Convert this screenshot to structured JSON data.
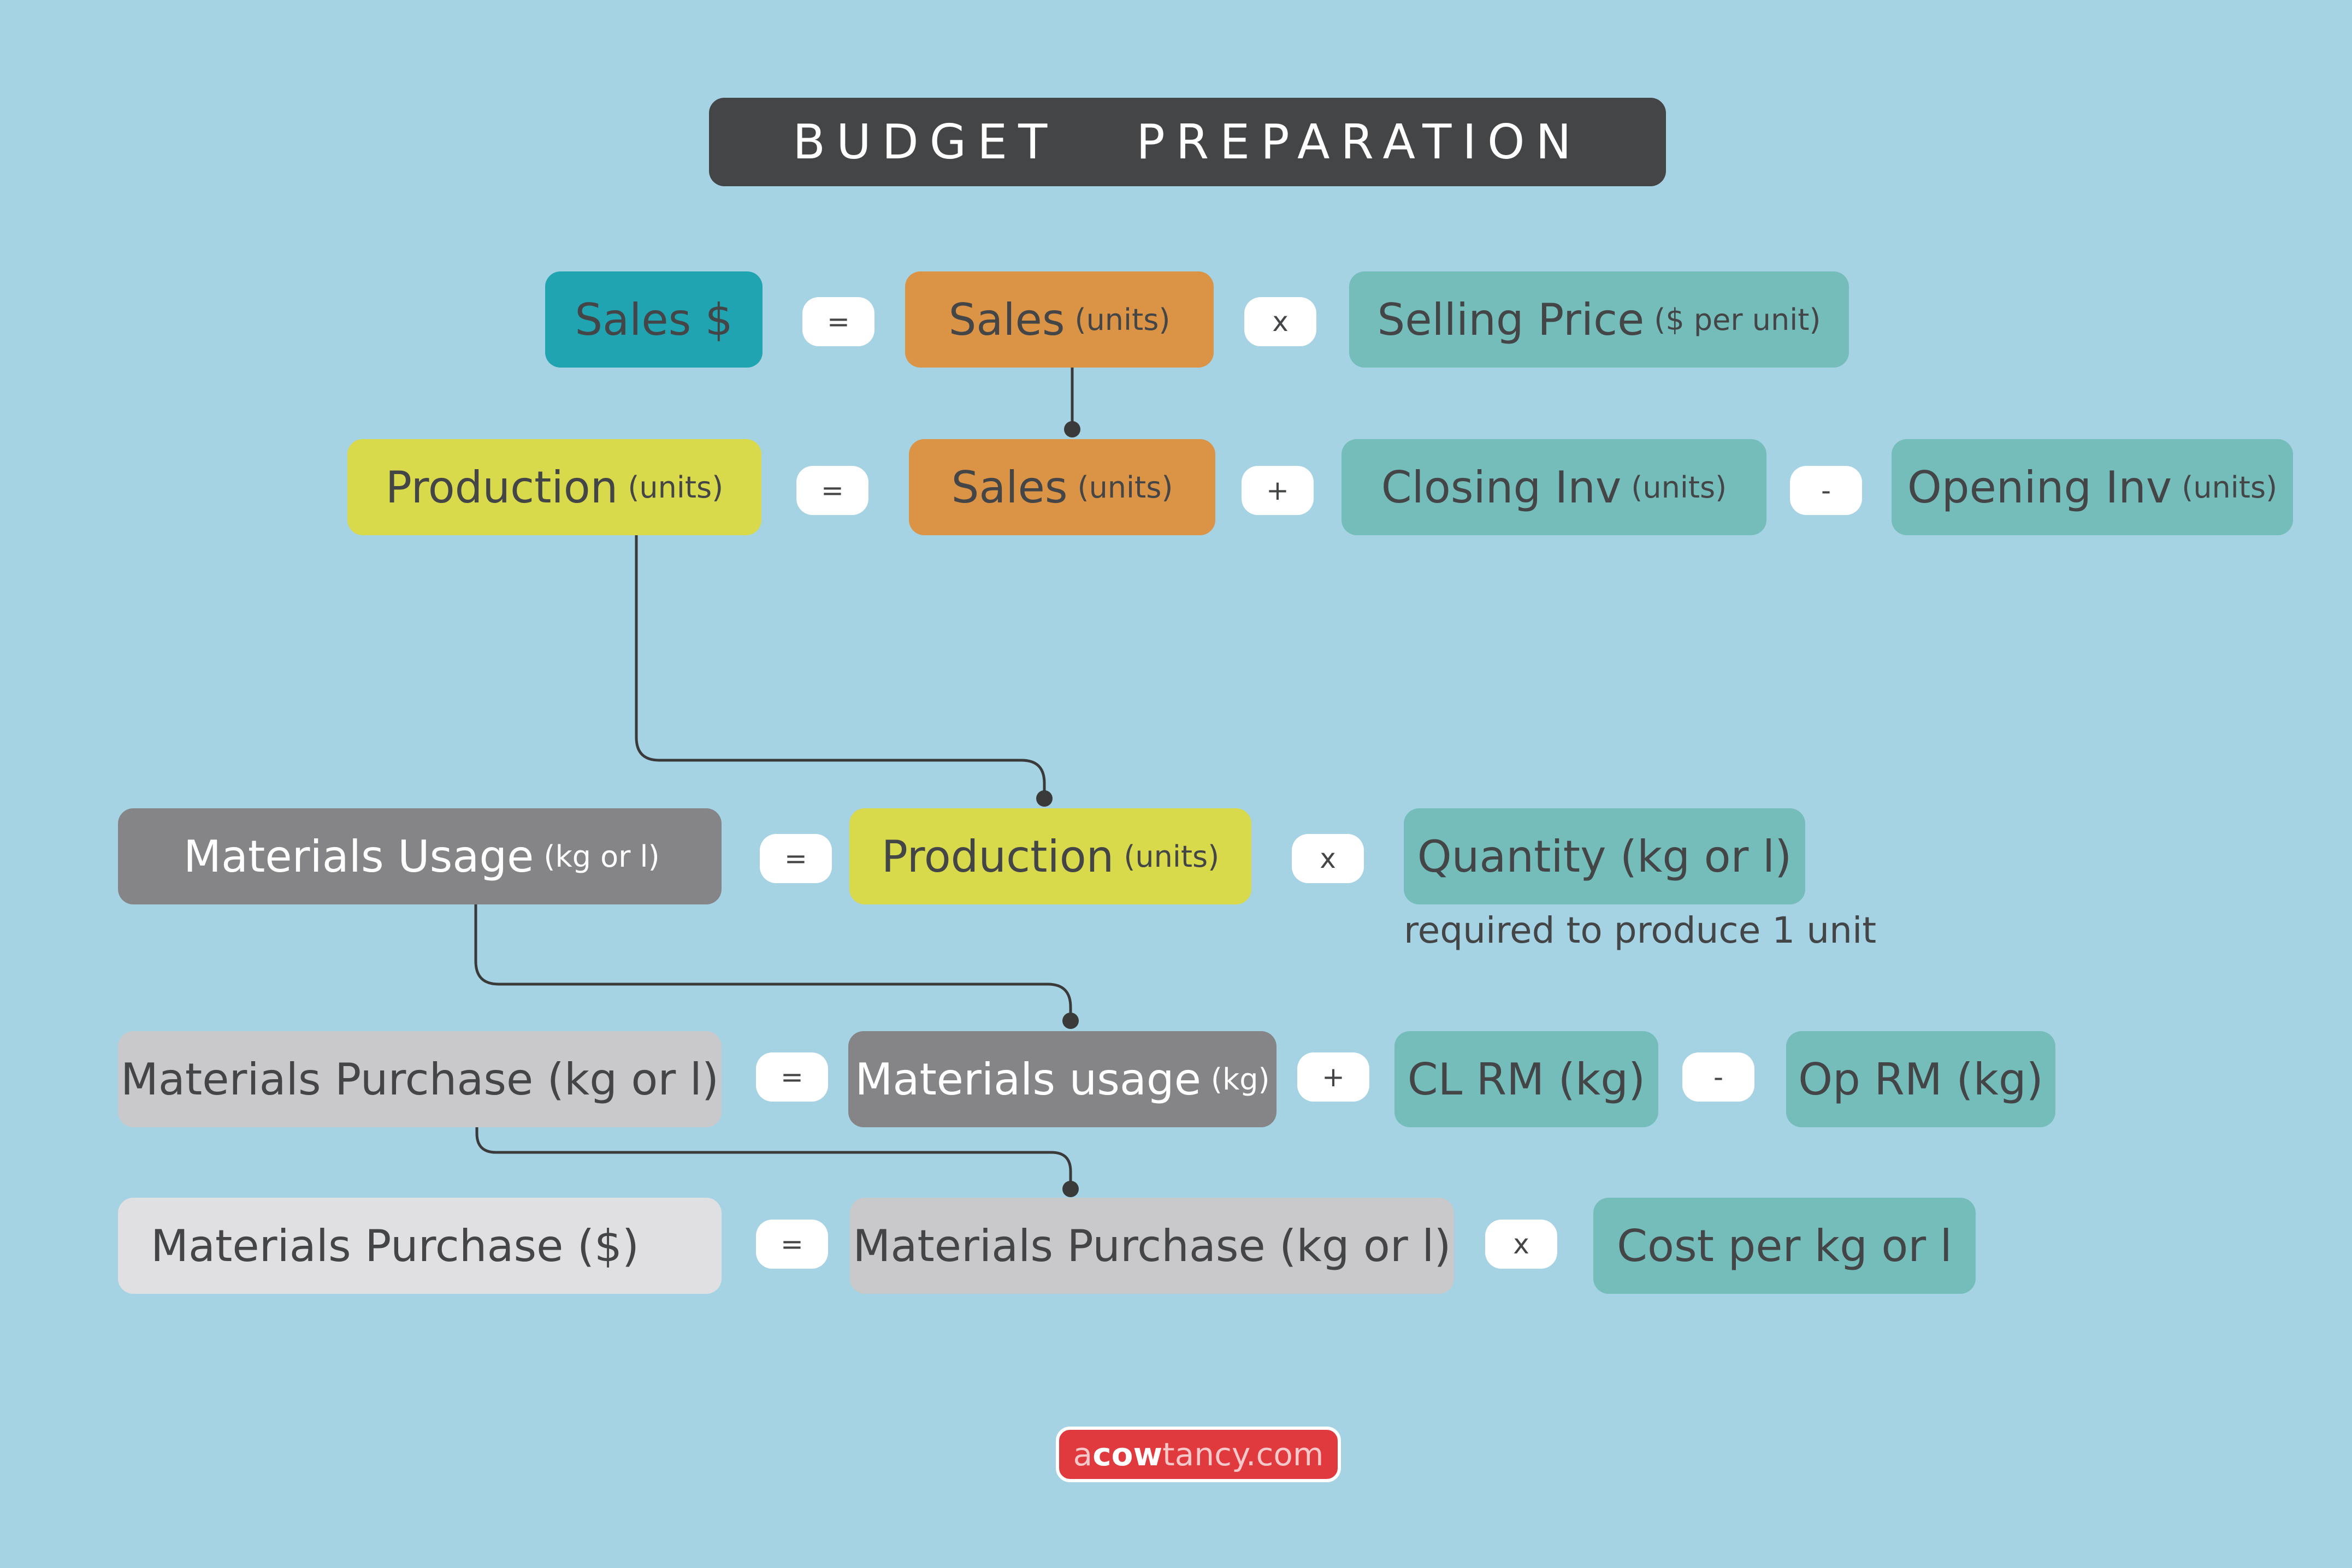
{
  "title": "BUDGET   PREPARATION",
  "row1": {
    "a": {
      "main": "Sales $",
      "sub": ""
    },
    "op1": "=",
    "b": {
      "main": "Sales",
      "sub": "(units)"
    },
    "op2": "x",
    "c": {
      "main": "Selling Price",
      "sub": "($ per unit)"
    }
  },
  "row2": {
    "a": {
      "main": "Production",
      "sub": "(units)"
    },
    "op1": "=",
    "b": {
      "main": "Sales",
      "sub": "(units)"
    },
    "op2": "+",
    "c": {
      "main": "Closing Inv",
      "sub": "(units)"
    },
    "op3": "-",
    "d": {
      "main": "Opening Inv",
      "sub": "(units)"
    }
  },
  "row3": {
    "a": {
      "main": "Materials Usage",
      "sub": "(kg or l)"
    },
    "op1": "=",
    "b": {
      "main": "Production",
      "sub": "(units)"
    },
    "op2": "x",
    "c": {
      "main": "Quantity (kg or l)",
      "sub": ""
    },
    "note": "required to produce 1 unit"
  },
  "row4": {
    "a": {
      "main": "Materials Purchase (kg or l)",
      "sub": ""
    },
    "op1": "=",
    "b": {
      "main": "Materials usage",
      "sub": "(kg)"
    },
    "op2": "+",
    "c": {
      "main": "CL RM (kg)",
      "sub": ""
    },
    "op3": "-",
    "d": {
      "main": "Op RM (kg)",
      "sub": ""
    }
  },
  "row5": {
    "a": {
      "main": "Materials Purchase ($)",
      "sub": ""
    },
    "op1": "=",
    "b": {
      "main": "Materials Purchase (kg or l)",
      "sub": ""
    },
    "op2": "x",
    "c": {
      "main": "Cost per kg or l",
      "sub": ""
    }
  },
  "logo": {
    "pre": "a",
    "mid": "cow",
    "post": "tancy.com"
  },
  "colors": {
    "background": "#a5d3e3",
    "title_bg": "#444547",
    "sales_dollar": "#21a4b1",
    "sales_units": "#db9346",
    "teal": "#75bdbb",
    "production": "#d8d94b",
    "materials_usage": "#858587",
    "materials_purchase_kg": "#c9c9cb",
    "materials_purchase_dollar": "#e0e0e2",
    "logo": "#e03a3e",
    "connector": "#3a3a3a"
  }
}
